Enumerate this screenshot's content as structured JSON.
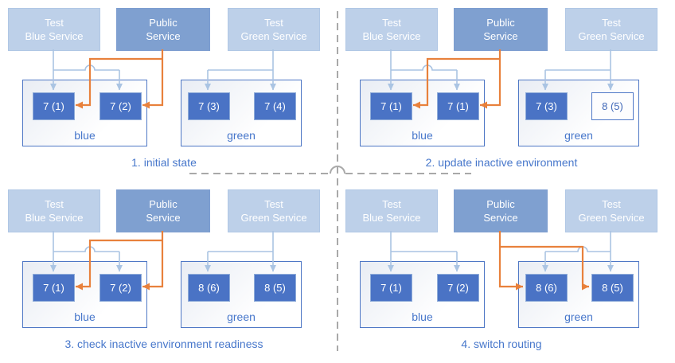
{
  "colors": {
    "service_test_fill": "#bdd0e9",
    "service_test_border": "#b0c7e5",
    "service_public_fill": "#7fa0d0",
    "service_public_border": "#7d9ed0",
    "service_text": "#ffffff",
    "pod_fill": "#4a73c5",
    "pod_border": "#90add9",
    "pod_text": "#ffffff",
    "pod_outline_fill": "#fdfdfe",
    "pod_outline_border": "#4f78c7",
    "pod_outline_text": "#4068b8",
    "env_border": "#4e77c5",
    "env_fill_top": "#e9edf4",
    "env_fill_bottom": "#ffffff",
    "connector_blue": "#aac4e3",
    "connector_orange": "#e8813c",
    "label_blue": "#4777cb",
    "divider_gray": "#a9a9a9"
  },
  "panels": [
    {
      "caption": "1. initial state",
      "public_routes_to": "blue",
      "services": {
        "test_blue": {
          "line1": "Test",
          "line2": "Blue Service"
        },
        "public": {
          "line1": "Public",
          "line2": "Service"
        },
        "test_green": {
          "line1": "Test",
          "line2": "Green Service"
        }
      },
      "environments": {
        "blue": {
          "label": "blue",
          "pods": [
            {
              "label": "7 (1)",
              "variant": "solid"
            },
            {
              "label": "7 (2)",
              "variant": "solid"
            }
          ]
        },
        "green": {
          "label": "green",
          "pods": [
            {
              "label": "7 (3)",
              "variant": "solid"
            },
            {
              "label": "7 (4)",
              "variant": "solid"
            }
          ]
        }
      }
    },
    {
      "caption": "2. update inactive environment",
      "public_routes_to": "blue",
      "services": {
        "test_blue": {
          "line1": "Test",
          "line2": "Blue Service"
        },
        "public": {
          "line1": "Public",
          "line2": "Service"
        },
        "test_green": {
          "line1": "Test",
          "line2": "Green Service"
        }
      },
      "environments": {
        "blue": {
          "label": "blue",
          "pods": [
            {
              "label": "7 (1)",
              "variant": "solid"
            },
            {
              "label": "7 (1)",
              "variant": "solid"
            }
          ]
        },
        "green": {
          "label": "green",
          "pods": [
            {
              "label": "7 (3)",
              "variant": "solid"
            },
            {
              "label": "8 (5)",
              "variant": "outline"
            }
          ]
        }
      }
    },
    {
      "caption": "3. check inactive environment readiness",
      "public_routes_to": "blue",
      "services": {
        "test_blue": {
          "line1": "Test",
          "line2": "Blue Service"
        },
        "public": {
          "line1": "Public",
          "line2": "Service"
        },
        "test_green": {
          "line1": "Test",
          "line2": "Green Service"
        }
      },
      "environments": {
        "blue": {
          "label": "blue",
          "pods": [
            {
              "label": "7 (1)",
              "variant": "solid"
            },
            {
              "label": "7 (2)",
              "variant": "solid"
            }
          ]
        },
        "green": {
          "label": "green",
          "pods": [
            {
              "label": "8 (6)",
              "variant": "solid"
            },
            {
              "label": "8 (5)",
              "variant": "solid"
            }
          ]
        }
      }
    },
    {
      "caption": "4. switch routing",
      "public_routes_to": "green",
      "services": {
        "test_blue": {
          "line1": "Test",
          "line2": "Blue Service"
        },
        "public": {
          "line1": "Public",
          "line2": "Service"
        },
        "test_green": {
          "line1": "Test",
          "line2": "Green Service"
        }
      },
      "environments": {
        "blue": {
          "label": "blue",
          "pods": [
            {
              "label": "7 (1)",
              "variant": "solid"
            },
            {
              "label": "7 (2)",
              "variant": "solid"
            }
          ]
        },
        "green": {
          "label": "green",
          "pods": [
            {
              "label": "8 (6)",
              "variant": "solid"
            },
            {
              "label": "8 (5)",
              "variant": "solid"
            }
          ]
        }
      }
    }
  ]
}
